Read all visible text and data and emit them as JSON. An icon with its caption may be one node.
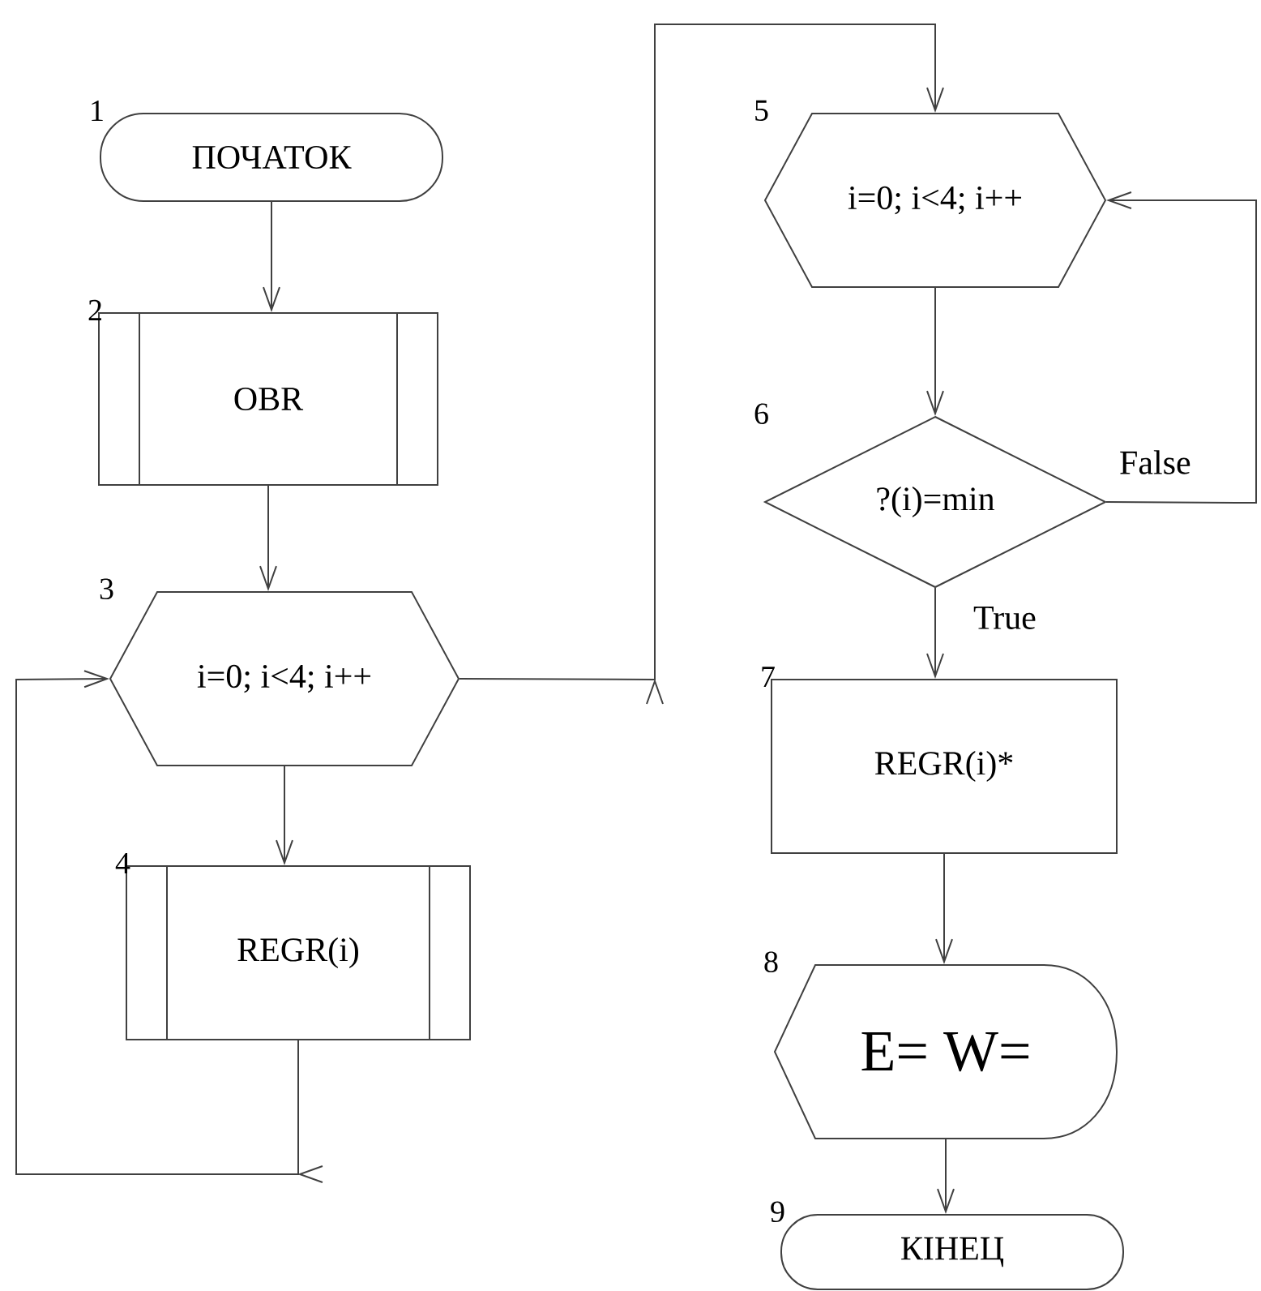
{
  "diagram": {
    "nodes": [
      {
        "text": [
          "ПОЧАТОК"
        ],
        "beside": [
          "1"
        ]
      },
      {
        "text": [
          "OBR"
        ],
        "beside": [
          "2"
        ]
      },
      {
        "text": [
          "i=0; i<4; i++"
        ],
        "beside": [
          "3"
        ]
      },
      {
        "text": [
          "REGR(i)"
        ],
        "beside": [
          "4"
        ]
      },
      {
        "text": [
          "i=0; i<4; i++"
        ],
        "beside": [
          "5"
        ]
      },
      {
        "text": [
          "?(i)=min"
        ],
        "beside": [
          "6"
        ]
      },
      {
        "text": [
          "REGR(i)*"
        ],
        "beside": [
          "7"
        ]
      },
      {
        "text": [
          "E= W="
        ],
        "beside": [
          "8"
        ]
      },
      {
        "text": [
          "КІНЕЦ"
        ],
        "beside": [
          "9"
        ]
      }
    ],
    "edges": [
      {
        "from": 0,
        "to": 1,
        "arrow": "to"
      },
      {
        "from": 1,
        "to": 2,
        "arrow": "to"
      },
      {
        "from": 2,
        "to": 3,
        "arrow": "to"
      },
      {
        "from": 3,
        "to": 2,
        "arrow": "to"
      },
      {
        "from": 2,
        "to": 4,
        "arrow": "to"
      },
      {
        "from": 4,
        "to": 5,
        "arrow": "to"
      },
      {
        "from": 5,
        "to": 6,
        "arrow": "to",
        "label": "True"
      },
      {
        "from": 5,
        "to": 4,
        "arrow": "to",
        "label": "False"
      },
      {
        "from": 6,
        "to": 7,
        "arrow": "to"
      },
      {
        "from": 7,
        "to": 8,
        "arrow": "to"
      }
    ]
  }
}
